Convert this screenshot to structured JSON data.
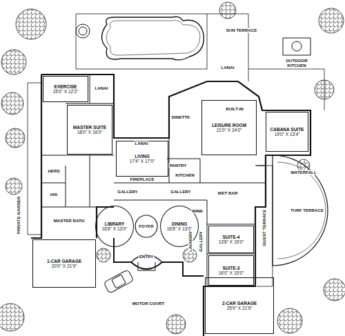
{
  "diagram": {
    "nodes": [
      {
        "text": [
          "EXERCISE",
          "15'0\" X 12'2\""
        ]
      },
      {
        "text": [
          "MASTER SUITE",
          "18'0\" X 16'0\""
        ]
      },
      {
        "text": [
          "LIVING",
          "17'4\" X 17'0\""
        ]
      },
      {
        "text": [
          "LEISURE ROOM",
          "21'0\" X 24'0\""
        ]
      },
      {
        "text": [
          "CABANA SUITE",
          "19'0\" X 13'4\""
        ]
      },
      {
        "text": [
          "SUITE-4",
          "13'8\" X 15'0\""
        ]
      },
      {
        "text": [
          "LIBRARY",
          "16'8\" X 13'0\""
        ]
      },
      {
        "text": [
          "DINING",
          "16'8\" X 13'0\""
        ]
      },
      {
        "text": [
          "SUITE-3",
          "16'0\" X 15'0\""
        ]
      },
      {
        "text": [
          "1-CAR GARAGE",
          "20'0\" X 21'9\""
        ]
      },
      {
        "text": [
          "2-CAR GARAGE",
          "25'9\" X 21'9\""
        ]
      }
    ],
    "labels": [
      "SUN TERRACE",
      "LANAI",
      "OUTDOOR KITCHEN",
      "LANAI",
      "LANAI",
      "DINETTE",
      "BUILT-IN",
      "FIREPLACE",
      "PANTRY",
      "KITCHEN",
      "HERS",
      "HIS",
      "GALLERY",
      "GALLERY",
      "WET BAR",
      "PRIVATE GARDEN",
      "MASTER BATH",
      "FOYER",
      "WINE",
      "LAUNDRY",
      "GALLERY",
      "GUEST TERRACE",
      "WATERFALL",
      "TURF TERRACE",
      "ENTRY",
      "MOTOR COURT"
    ]
  }
}
